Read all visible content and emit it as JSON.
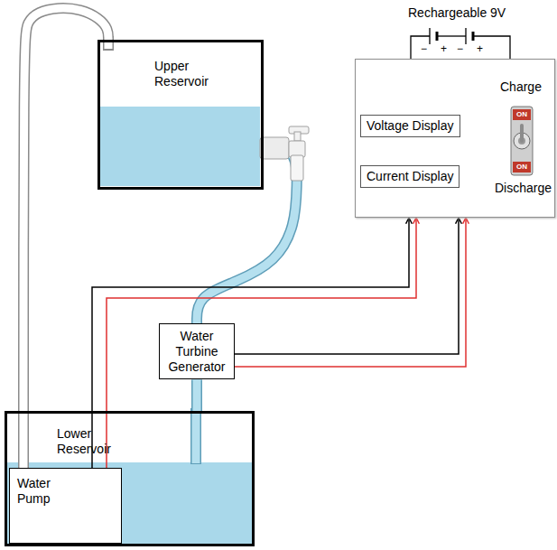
{
  "diagram": {
    "nodes": [
      {
        "text": [
          "Upper Reservoir"
        ]
      },
      {
        "text": [
          "Charge",
          "Discharge"
        ]
      },
      {
        "text": [
          "Voltage Display"
        ],
        "in": 1
      },
      {
        "text": [
          "Current Display"
        ],
        "in": 1
      },
      {
        "text": [
          "Water Turbine Generator"
        ]
      },
      {
        "text": [
          "Lower Reservoir"
        ]
      },
      {
        "text": [
          "Water Pump"
        ],
        "in": 5
      }
    ],
    "edges": [
      {
        "from": 6,
        "to": 0,
        "arrow": "none"
      },
      {
        "from": 0,
        "to": 4,
        "arrow": "none"
      },
      {
        "from": 4,
        "to": 5,
        "arrow": "none"
      },
      {
        "from": 6,
        "to": 1,
        "arrow": "to"
      },
      {
        "from": 6,
        "to": 1,
        "arrow": "to"
      },
      {
        "from": 4,
        "to": 1,
        "arrow": "to"
      },
      {
        "from": 4,
        "to": 1,
        "arrow": "to"
      }
    ],
    "labels": [
      "Rechargeable 9V",
      "−",
      "+",
      "−",
      "+",
      "ON",
      "ON"
    ]
  }
}
